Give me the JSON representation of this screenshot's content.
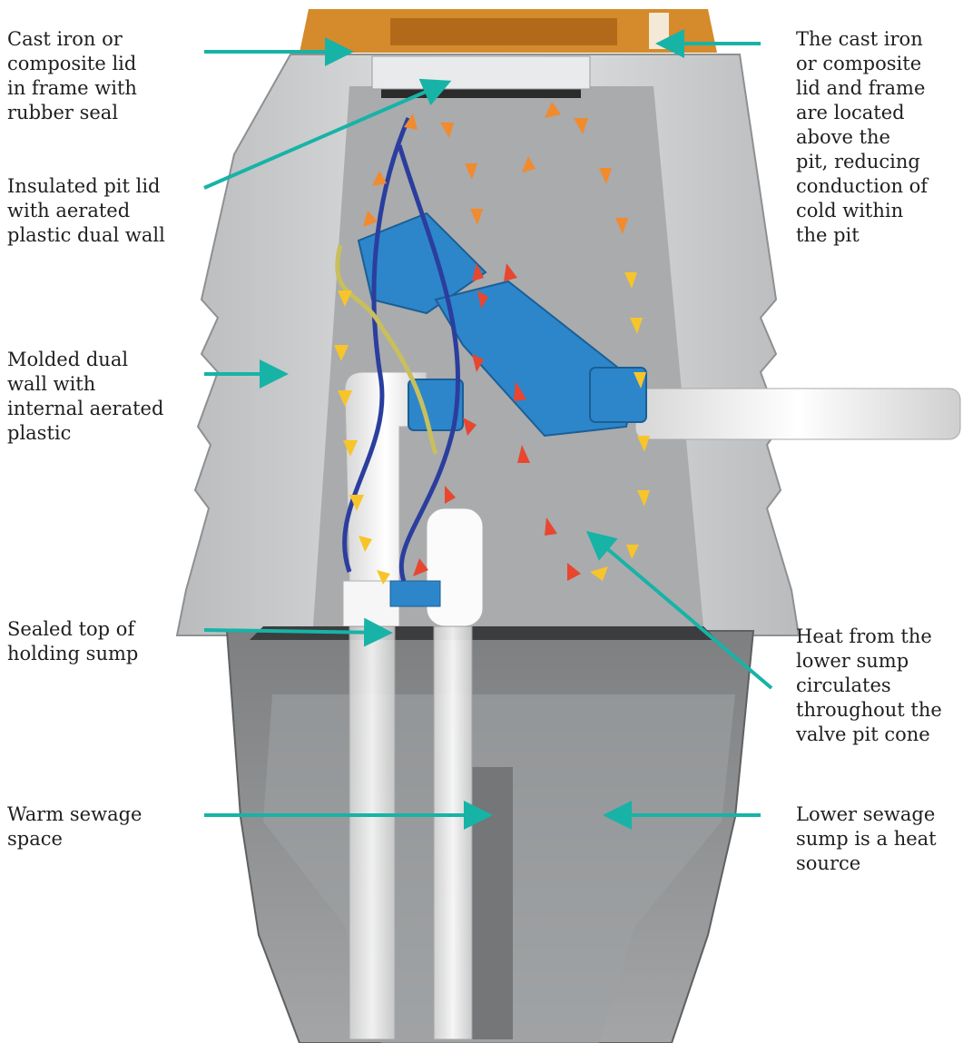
{
  "colors": {
    "arrow": "#17b3a7",
    "outer_shell": "#d2d4d6",
    "inner_cavity": "#a9abad",
    "lid_frame": "#d58a2b",
    "sump": "#8f9193",
    "pump_blue": "#2d86c9",
    "pipe_white": "#eeeeee",
    "flow_red": "#e8462f",
    "flow_orange": "#f28a2e",
    "flow_yellow": "#f7c52a"
  },
  "labels": {
    "cast_iron_lid": "Cast iron or\ncomposite lid\nin frame with\nrubber seal",
    "insulated_lid": "Insulated pit lid\nwith aerated\nplastic dual wall",
    "molded_wall": "Molded dual\nwall with\ninternal aerated\nplastic",
    "sealed_top": "Sealed top of\nholding sump",
    "warm_space": "Warm sewage\nspace",
    "lid_location": "The cast iron\nor composite\nlid and frame\nare located\nabove the\npit, reducing\nconduction of\ncold within\nthe pit",
    "heat_circulation": "Heat from the\nlower sump\ncirculates\nthroughout the\nvalve pit cone",
    "heat_source": "Lower sewage\nsump is a heat\nsource"
  }
}
